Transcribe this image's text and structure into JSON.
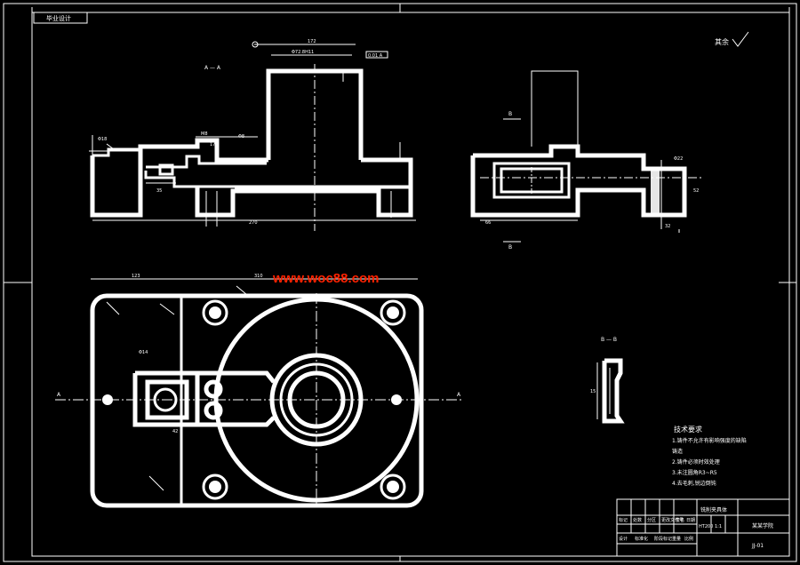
{
  "sheet": {
    "code_tag": "毕业设计",
    "roughness_label": "其余",
    "watermark": "www.woc88.com"
  },
  "views": {
    "section_a": "A — A",
    "section_b": "B — B",
    "cut_a": "A",
    "cut_b": "B"
  },
  "dimensions": {
    "top_width": "172",
    "bore_width": "Φ72.8H11",
    "bore_tol": "0.01 A",
    "overall_length": "270",
    "plan_width": "310",
    "left_offset": "123",
    "height": "15",
    "side_height": "52",
    "side_width": "32",
    "hole_dia": "Φ22"
  },
  "notes": {
    "title": "技术要求",
    "lines": [
      "1.铸件不允许有影响强度的缺陷",
      "  铸造",
      "2.铸件必须时效处理",
      "3.未注圆角R3~R5",
      "4.去毛刺,锐边倒钝"
    ]
  },
  "title_block": {
    "part_name": "铣削夹具体",
    "material": "HT200",
    "scale": "1:1",
    "drawing_no": "JJ-01",
    "school": "某某学院",
    "rows": [
      "标记",
      "处数",
      "分区",
      "更改文件号",
      "签名",
      "日期"
    ],
    "designer_row": [
      "设计",
      "标准化",
      "阶段标记",
      "重量",
      "比例"
    ]
  }
}
